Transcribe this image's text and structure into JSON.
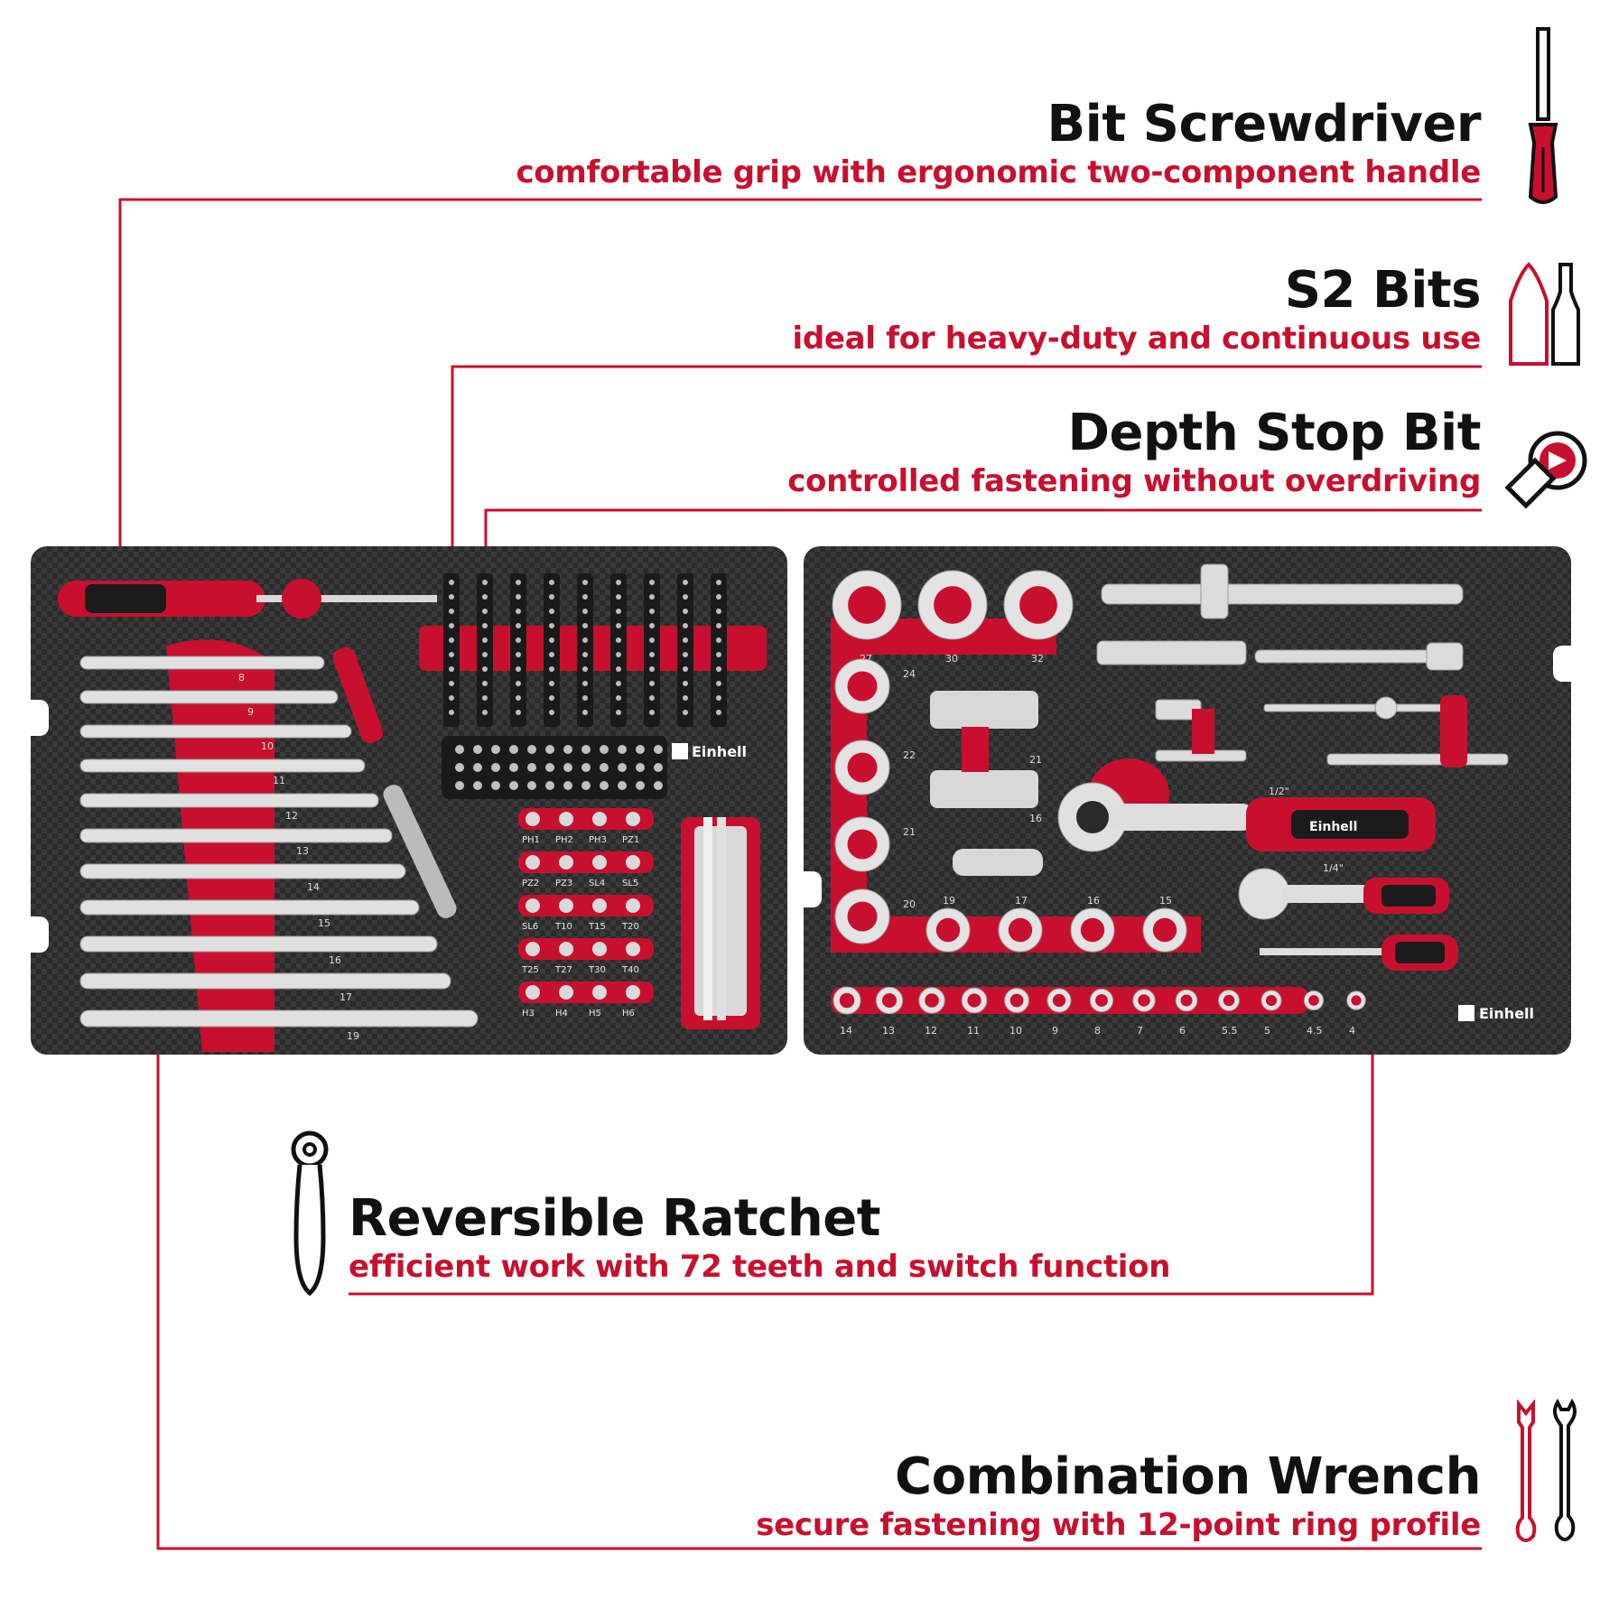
{
  "features": {
    "bit_screwdriver": {
      "title": "Bit Screwdriver",
      "subtitle": "comfortable grip with ergonomic two-component handle",
      "icon": "screwdriver-icon"
    },
    "s2_bits": {
      "title": "S2 Bits",
      "subtitle": "ideal for heavy-duty and continuous use",
      "icon": "bits-icon"
    },
    "depth_stop_bit": {
      "title": "Depth Stop Bit",
      "subtitle": "controlled fastening without overdriving",
      "icon": "depth-stop-bit-icon"
    },
    "reversible_ratchet": {
      "title": "Reversible Ratchet",
      "subtitle": "efficient work with 72 teeth and switch function",
      "icon": "ratchet-icon"
    },
    "combination_wrench": {
      "title": "Combination Wrench",
      "subtitle": "secure fastening with 12-point ring profile",
      "icon": "combination-wrench-icon"
    }
  },
  "left_tray": {
    "wrench_sizes": [
      "8",
      "9",
      "10",
      "11",
      "12",
      "13",
      "14",
      "15",
      "16",
      "17",
      "19"
    ],
    "bit_labels_rows": [
      [
        "PH1",
        "PH2",
        "PH3",
        "PZ1"
      ],
      [
        "PZ2",
        "PZ3",
        "SL4",
        "SL5"
      ],
      [
        "SL6",
        "T10",
        "T15",
        "T20"
      ],
      [
        "T25",
        "T27",
        "T30",
        "T40"
      ],
      [
        "H3",
        "H4",
        "H5",
        "H6"
      ]
    ],
    "brand": "Einhell"
  },
  "right_tray": {
    "large_socket_sizes": [
      "27",
      "30",
      "32"
    ],
    "column_socket_sizes": [
      "24",
      "22",
      "21",
      "20"
    ],
    "row_socket_sizes": [
      "19",
      "17",
      "16",
      "15"
    ],
    "small_socket_sizes": [
      "14",
      "13",
      "12",
      "11",
      "10",
      "9",
      "8",
      "7",
      "6",
      "5.5",
      "5",
      "4.5",
      "4"
    ],
    "spark_plug_sizes": [
      "21",
      "16"
    ],
    "drive_labels": [
      "1/2\"",
      "1/4\""
    ],
    "brand": "Einhell",
    "handle_brand": "Einhell"
  },
  "colors": {
    "accent": "#c8102e",
    "text": "#111111",
    "foam": "#2a2a2a"
  }
}
